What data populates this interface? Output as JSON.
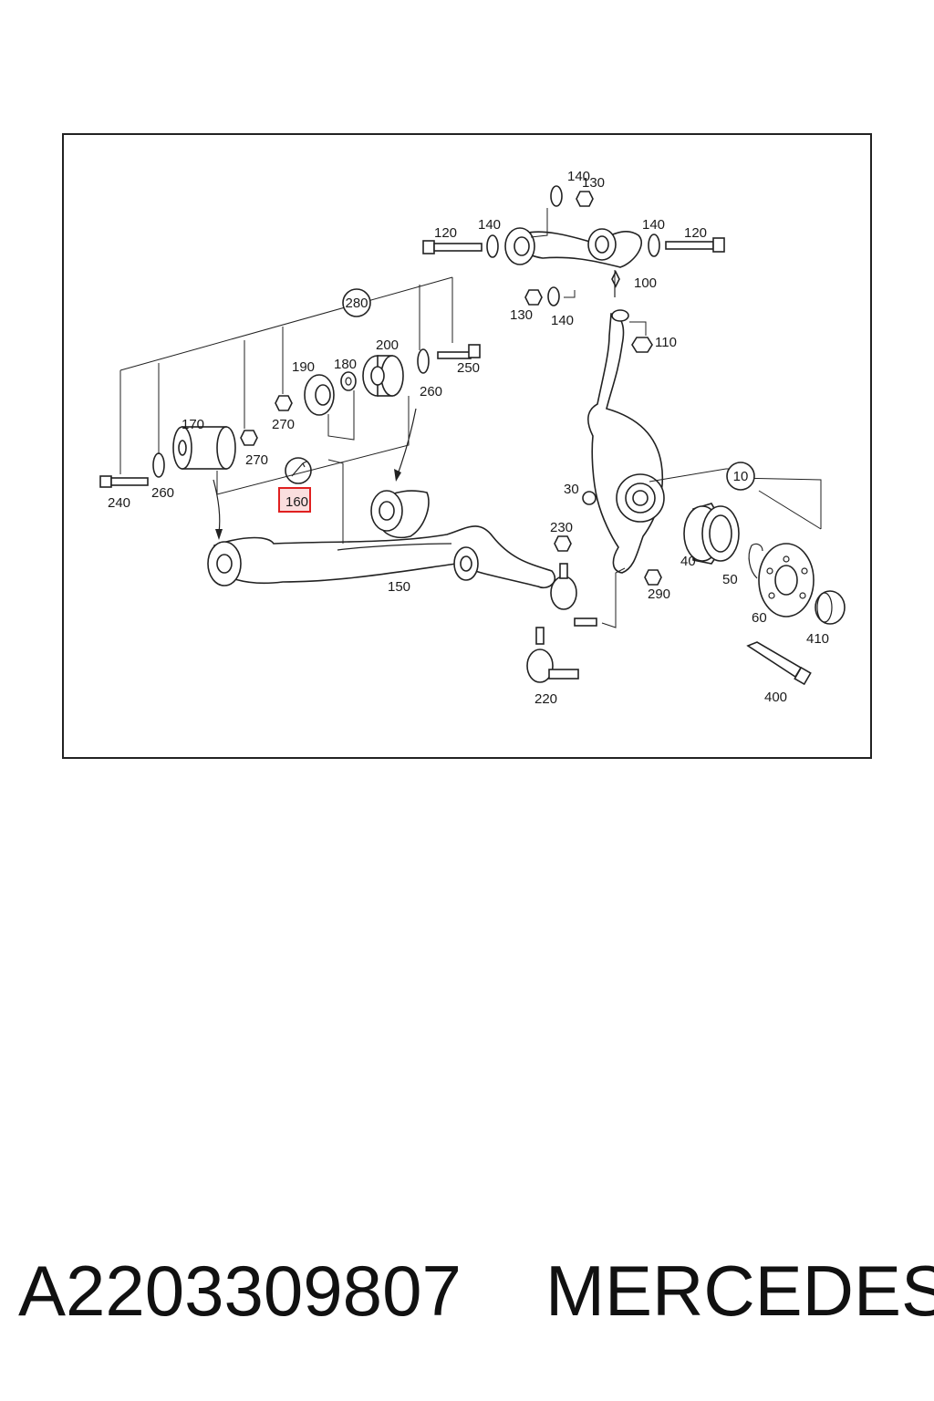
{
  "diagram": {
    "callouts": {
      "c10": "10",
      "c30": "30",
      "c40": "40",
      "c50": "50",
      "c60": "60",
      "c100": "100",
      "c110": "110",
      "c120a": "120",
      "c120b": "120",
      "c130a": "130",
      "c130b": "130",
      "c140a": "140",
      "c140b": "140",
      "c140c": "140",
      "c140d": "140",
      "c150": "150",
      "c160": "160",
      "c170": "170",
      "c180": "180",
      "c190": "190",
      "c200": "200",
      "c220": "220",
      "c230": "230",
      "c240": "240",
      "c250": "250",
      "c260a": "260",
      "c260b": "260",
      "c270a": "270",
      "c270b": "270",
      "c280": "280",
      "c290": "290",
      "c400": "400",
      "c410": "410"
    },
    "highlighted_callout": "160",
    "highlight_color": "#e02020"
  },
  "caption": {
    "part_number": "A2203309807",
    "brand": "MERCEDES"
  }
}
